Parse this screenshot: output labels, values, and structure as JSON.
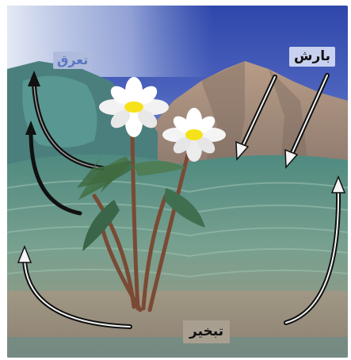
{
  "labels": {
    "transpiration": "تعرق",
    "precipitation": "بارش",
    "evaporation": "تبخير"
  },
  "colors": {
    "sky": "#3f57b4",
    "sky_haze": "#c9d3ea",
    "mountain": "#a88f7c",
    "hill_teal": "#4b8a84",
    "field": "#6f9a8a",
    "soil": "#9c8f7e",
    "stem": "#7a4a34",
    "leaf": "#3f6f4e",
    "petal": "#ffffff",
    "flower_center": "#f6e21a",
    "arrow_dark": "#111111",
    "arrow_light": "#f4f4f4",
    "label_transpiration_bg": "#aebbdc",
    "label_transpiration_fg": "#5a77c2",
    "label_precip_bg": "#c8d1ef",
    "label_precip_fg": "#111111",
    "label_evap_bg": "#a99f90",
    "label_evap_fg": "#111111"
  }
}
